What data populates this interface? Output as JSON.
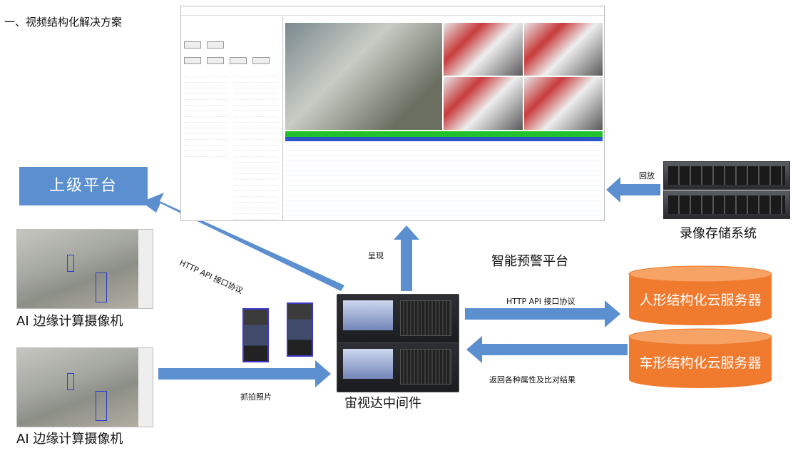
{
  "title": "一、视频结构化解决方案",
  "nodes": {
    "upper_platform": "上级平台",
    "ai_camera_1": "AI 边缘计算摄像机",
    "ai_camera_2": "AI 边缘计算摄像机",
    "middleware": "宙视达中间件",
    "smart_warning_platform": "智能预警平台",
    "recording_storage": "录像存储系统",
    "person_cloud_server": "人形结构化云服务器",
    "vehicle_cloud_server": "车形结构化云服务器"
  },
  "edges": {
    "http_api_upper": "HTTP API 接口协议",
    "present": "呈现",
    "playback": "回放",
    "http_api_server": "HTTP API 接口协议",
    "return_results": "返回各种属性及比对结果",
    "snapshot": "抓拍照片"
  },
  "colors": {
    "arrow": "#5b8fd0",
    "cylinder": "#f07a2e",
    "upper_box": "#5b8fd0"
  },
  "icons": [
    "arrow-up",
    "arrow-left",
    "arrow-right",
    "server",
    "cylinder",
    "screenshot"
  ]
}
